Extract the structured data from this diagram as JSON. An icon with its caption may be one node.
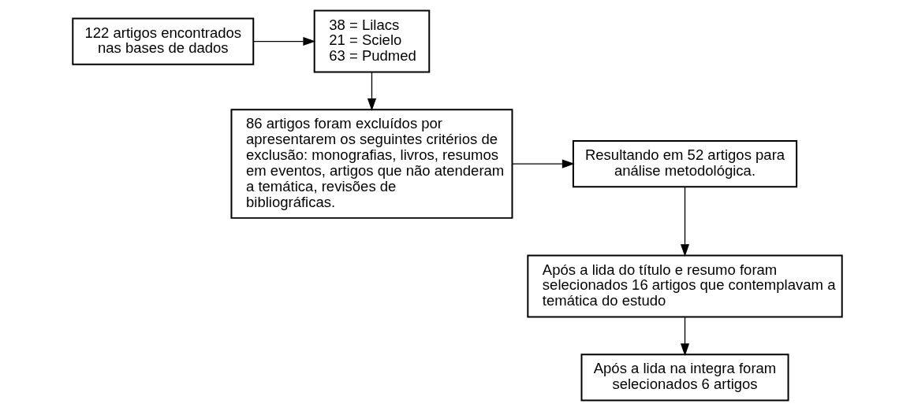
{
  "diagram": {
    "nodes": [
      {
        "text": [
          "122 artigos encontrados nas bases de dados"
        ]
      },
      {
        "text": [
          "38 = Lilacs",
          "21 = Scielo",
          "63 = Pudmed"
        ]
      },
      {
        "text": [
          "86 artigos foram excluídos por apresentarem os seguintes critérios de exclusão: monografias, livros, resumos em eventos, artigos que não atenderam a temática, revisões de bibliográficas."
        ]
      },
      {
        "text": [
          "Resultando em 52 artigos para análise metodológica."
        ]
      },
      {
        "text": [
          "Após a lida do título e resumo foram selecionados 16 artigos que contemplavam a temática do estudo"
        ]
      },
      {
        "text": [
          "Após a lida na integra foram selecionados 6 artigos"
        ]
      }
    ],
    "edges": [
      {
        "from": 0,
        "to": 1,
        "arrow": "to"
      },
      {
        "from": 1,
        "to": 2,
        "arrow": "to"
      },
      {
        "from": 2,
        "to": 3,
        "arrow": "to"
      },
      {
        "from": 3,
        "to": 4,
        "arrow": "to"
      },
      {
        "from": 4,
        "to": 5,
        "arrow": "to"
      }
    ]
  }
}
